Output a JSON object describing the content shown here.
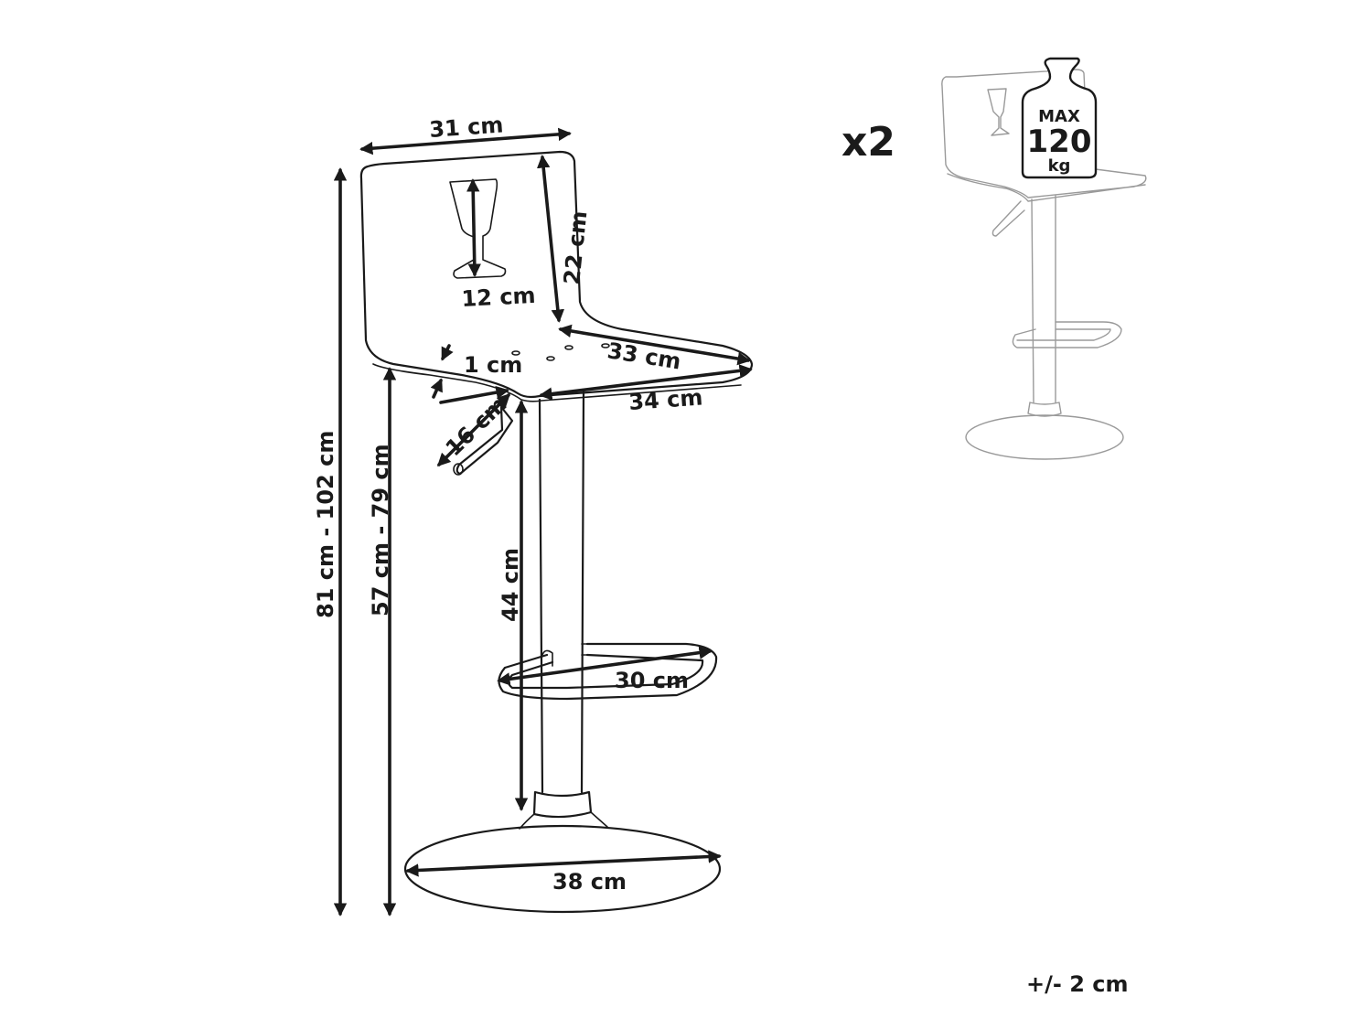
{
  "dimensions": {
    "backrest_width": "31 cm",
    "backrest_height": "22 cm",
    "handle_height": "12 cm",
    "seat_depth": "33 cm",
    "seat_thickness": "1 cm",
    "seat_width": "34 cm",
    "lever_length": "16 cm",
    "total_height": "81 cm - 102 cm",
    "seat_height": "57 cm - 79 cm",
    "footrest_height": "44 cm",
    "footrest_width": "30 cm",
    "base_diameter": "38 cm"
  },
  "quantity": "x2",
  "weight_badge": {
    "line1": "MAX",
    "line2": "120",
    "line3": "kg"
  },
  "tolerance": "+/- 2 cm"
}
